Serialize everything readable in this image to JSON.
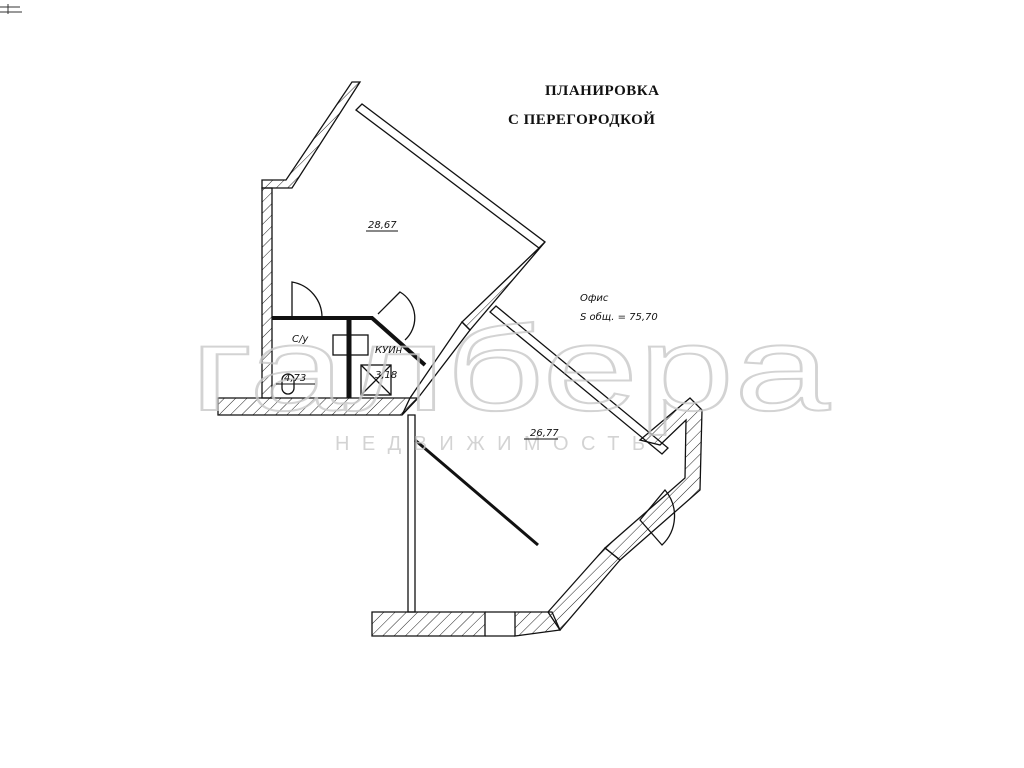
{
  "title": {
    "line1": "ПЛАНИРОВКА",
    "line2": "С ПЕРЕГОРОДКОЙ"
  },
  "rooms": [
    {
      "label": "",
      "area": "28,67"
    },
    {
      "label": "С/у",
      "area": "4,73"
    },
    {
      "label": "КУИн",
      "area": "3,18"
    },
    {
      "label": "",
      "area": "26,77"
    }
  ],
  "summary": {
    "name": "Офис",
    "total_area": "S общ. = 75,70"
  },
  "watermark": {
    "brand": "галбера",
    "subtitle": "НЕДВИЖИМОСТЬ"
  }
}
